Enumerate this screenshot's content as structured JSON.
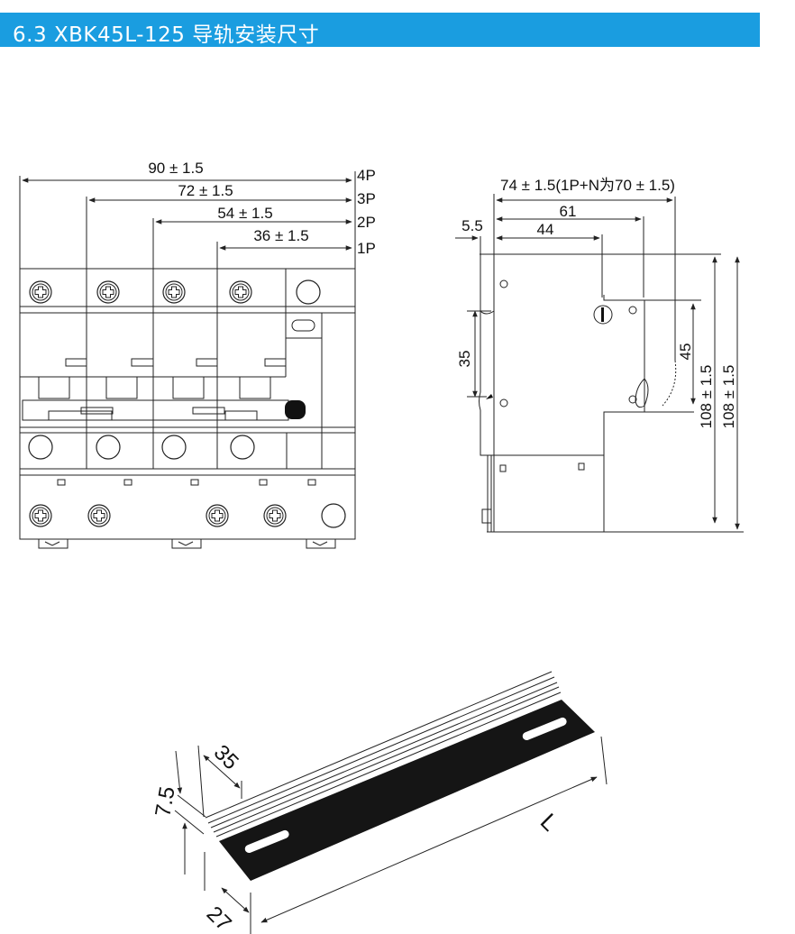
{
  "header": {
    "title": "6.3  XBK45L-125 导轨安装尺寸"
  },
  "colors": {
    "header_bg": "#1a9de0",
    "header_text": "#ffffff",
    "line": "#222222"
  },
  "front_view": {
    "dims": [
      {
        "value": "90 ± 1.5",
        "poles": "4P"
      },
      {
        "value": "72 ± 1.5",
        "poles": "3P"
      },
      {
        "value": "54 ± 1.5",
        "poles": "2P"
      },
      {
        "value": "36 ± 1.5",
        "poles": "1P"
      }
    ]
  },
  "side_view": {
    "overall_depth": "74 ± 1.5(1P+N为70 ± 1.5)",
    "depth_61": "61",
    "depth_44": "44",
    "offset": "5.5",
    "rail_height": "35",
    "front_height": "45",
    "height_1": "108 ± 1.5",
    "height_2": "108 ± 1.5"
  },
  "rail": {
    "width": "35",
    "depth": "7.5",
    "slot_width": "27",
    "length": "L"
  }
}
